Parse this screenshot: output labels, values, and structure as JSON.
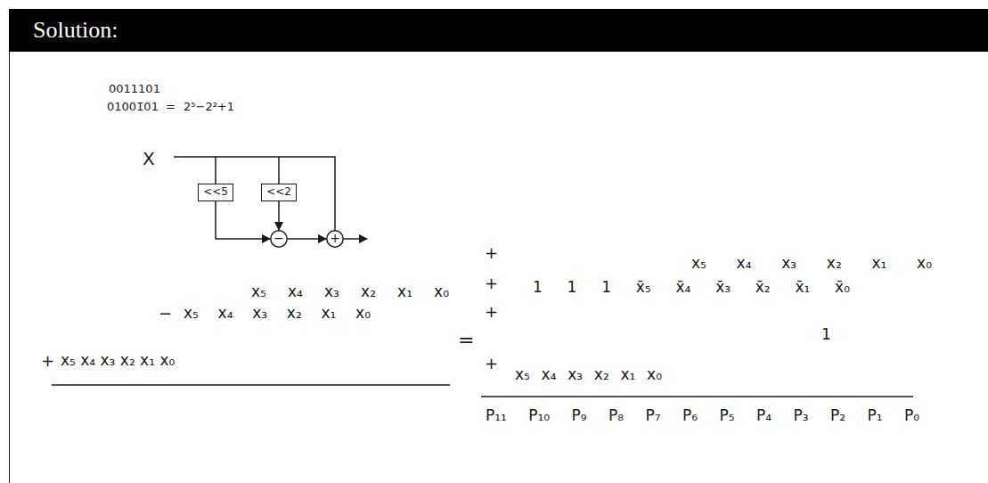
{
  "diagram": {
    "title": "Solution:",
    "nodes": [
      {
        "text": [
          "<<5"
        ]
      },
      {
        "text": [
          "<<2"
        ]
      },
      {
        "text": [
          "−"
        ]
      },
      {
        "text": [
          "+"
        ]
      }
    ],
    "edges": [
      {
        "from": 0,
        "to": 2,
        "arrow": "to"
      },
      {
        "from": 1,
        "to": 2,
        "arrow": "to"
      },
      {
        "from": 2,
        "to": 3,
        "arrow": "to"
      }
    ],
    "labels": [
      "0011101",
      "01001̄01",
      "=",
      "2⁵−2²+1",
      "X",
      "x₅ x₄ x₃ x₂ x₁ x₀",
      "−",
      "x₅ x₄ x₃ x₂ x₁ x₀",
      "+",
      "x₅ x₄ x₃ x₂ x₁ x₀",
      "=",
      "+",
      "x₅ x₄ x₃ x₂ x₁ x₀",
      "+",
      "1 1 1 x̄₅ x̄₄ x̄₃ x̄₂ x̄₁ x̄₀",
      "+",
      "1",
      "+",
      "x₅ x₄ x₃ x₂ x₁ x₀",
      "P₁₁ P₁₀ P₉ P₈ P₇ P₆ P₅ P₄ P₃ P₂ P₁ P₀"
    ]
  }
}
